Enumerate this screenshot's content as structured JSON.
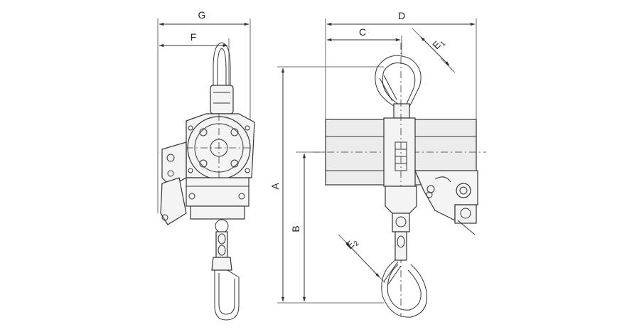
{
  "drawing": {
    "dimension_labels": {
      "A": "A",
      "B": "B",
      "C": "C",
      "D": "D",
      "E1_main": "E",
      "E1_sub": "1",
      "E2_main": "E",
      "E2_sub": "2",
      "F": "F",
      "G": "G"
    }
  }
}
